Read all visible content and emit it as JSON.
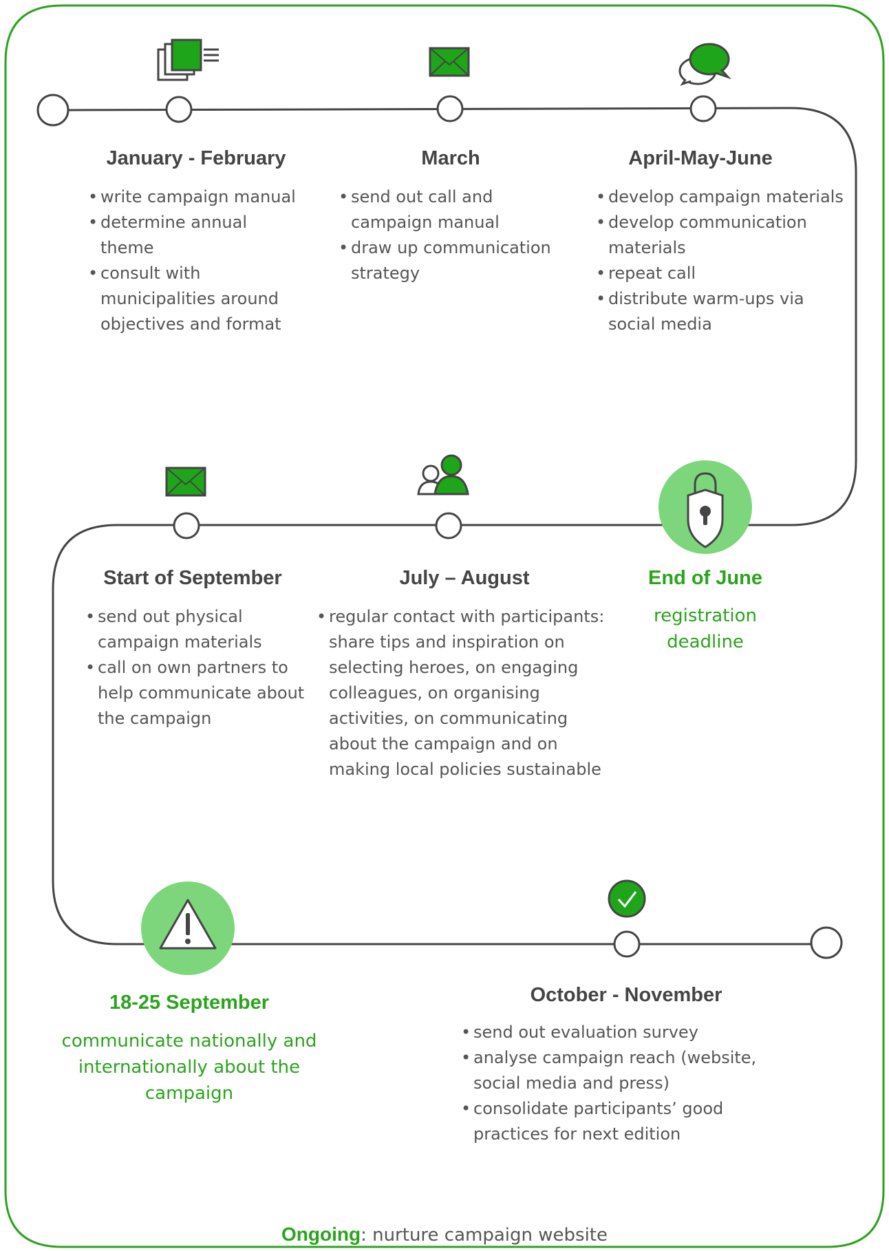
{
  "colors": {
    "accent": "#2aa41c",
    "accent_light": "#7ed67c",
    "line": "#444444",
    "text": "#555555"
  },
  "milestones": {
    "jan_feb": {
      "title": "January - February",
      "items": [
        "write campaign manual",
        "determine annual theme",
        "consult with municipalities around objectives and format"
      ]
    },
    "march": {
      "title": "March",
      "items": [
        "send out call and campaign manual",
        "draw up communication strategy"
      ]
    },
    "apr_jun": {
      "title": "April-May-June",
      "items": [
        "develop campaign materials",
        "develop communication materials",
        "repeat call",
        "distribute warm-ups via social media"
      ]
    },
    "end_june": {
      "title": "End of June",
      "note": "registration deadline"
    },
    "jul_aug": {
      "title": "July – August",
      "items": [
        "regular contact with participants: share tips and inspiration on selecting heroes, on engaging colleagues, on organising activities, on communicating about the campaign and on making local policies sustainable"
      ]
    },
    "start_sep": {
      "title": "Start of September",
      "items": [
        "send out physical campaign materials",
        "call on own partners to help communicate about the campaign"
      ]
    },
    "sep_18_25": {
      "title": "18-25 September",
      "note": "communicate nationally and internationally about the campaign"
    },
    "oct_nov": {
      "title": "October - November",
      "items": [
        "send out evaluation survey",
        "analyse campaign reach (website, social media and press)",
        "consolidate participants’ good practices for next edition"
      ]
    }
  },
  "icons": [
    "documents-icon",
    "envelope-icon",
    "chat-bubbles-icon",
    "padlock-shield-icon",
    "people-icon",
    "envelope-icon",
    "warning-icon",
    "checkmark-icon"
  ],
  "footer": {
    "label": "Ongoing",
    "text": ": nurture campaign website"
  }
}
